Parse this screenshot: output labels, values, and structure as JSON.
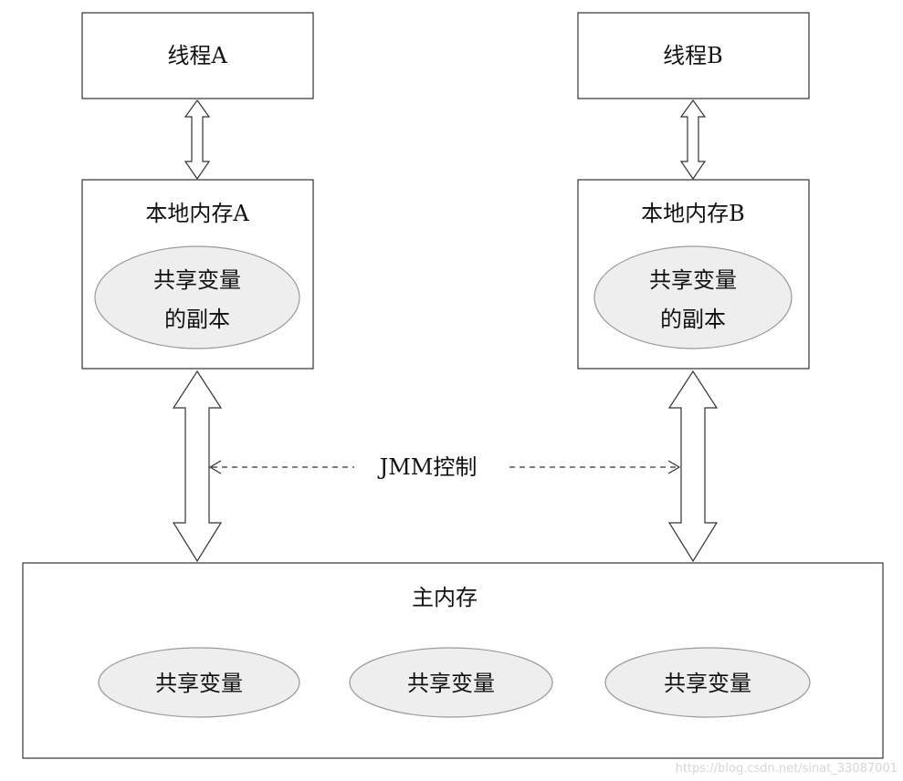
{
  "thread_a": {
    "label": "线程A"
  },
  "thread_b": {
    "label": "线程B"
  },
  "local_a": {
    "title": "本地内存A",
    "copy_line1": "共享变量",
    "copy_line2": "的副本"
  },
  "local_b": {
    "title": "本地内存B",
    "copy_line1": "共享变量",
    "copy_line2": "的副本"
  },
  "jmm": {
    "label": "JMM控制"
  },
  "main_memory": {
    "title": "主内存",
    "variables": [
      "共享变量",
      "共享变量",
      "共享变量"
    ]
  },
  "watermark": "https://blog.csdn.net/sinat_33087001",
  "colors": {
    "stroke": "#333333",
    "ellipse_fill": "#eeeeee",
    "ellipse_stroke": "#9a9a9a"
  }
}
